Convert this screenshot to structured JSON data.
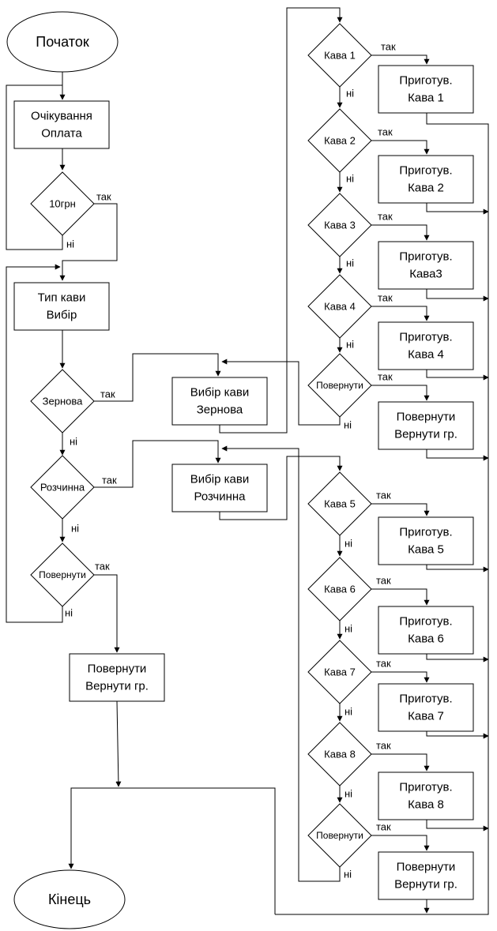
{
  "colors": {
    "stroke": "#000000",
    "fill": "#ffffff",
    "text": "#000000"
  },
  "diagram": {
    "start": "Початок",
    "end": "Кінець",
    "wait_box": [
      "Очікування",
      "Оплата"
    ],
    "payment_check": "10грн",
    "type_box": [
      "Тип кави",
      "Вибір"
    ],
    "grain_check": "Зернова",
    "instant_check": "Розчинна",
    "return_check": "Повернути",
    "return_box": [
      "Повернути",
      "Вернути гр."
    ],
    "grain_select_box": [
      "Вибір кави",
      "Зернова"
    ],
    "instant_select_box": [
      "Вибір кави",
      "Розчинна"
    ],
    "grain_checks": [
      "Кава 1",
      "Кава 2",
      "Кава 3",
      "Кава 4",
      "Повернути"
    ],
    "grain_boxes": [
      [
        "Приготув.",
        "Кава 1"
      ],
      [
        "Приготув.",
        "Кава 2"
      ],
      [
        "Приготув.",
        "Кава3"
      ],
      [
        "Приготув.",
        "Кава 4"
      ],
      [
        "Повернути",
        "Вернути гр."
      ]
    ],
    "instant_checks": [
      "Кава 5",
      "Кава 6",
      "Кава 7",
      "Кава 8",
      "Повернути"
    ],
    "instant_boxes": [
      [
        "Приготув.",
        "Кава 5"
      ],
      [
        "Приготув.",
        "Кава 6"
      ],
      [
        "Приготув.",
        "Кава 7"
      ],
      [
        "Приготув.",
        "Кава 8"
      ],
      [
        "Повернути",
        "Вернути гр."
      ]
    ],
    "yes": "так",
    "no": "ні"
  }
}
